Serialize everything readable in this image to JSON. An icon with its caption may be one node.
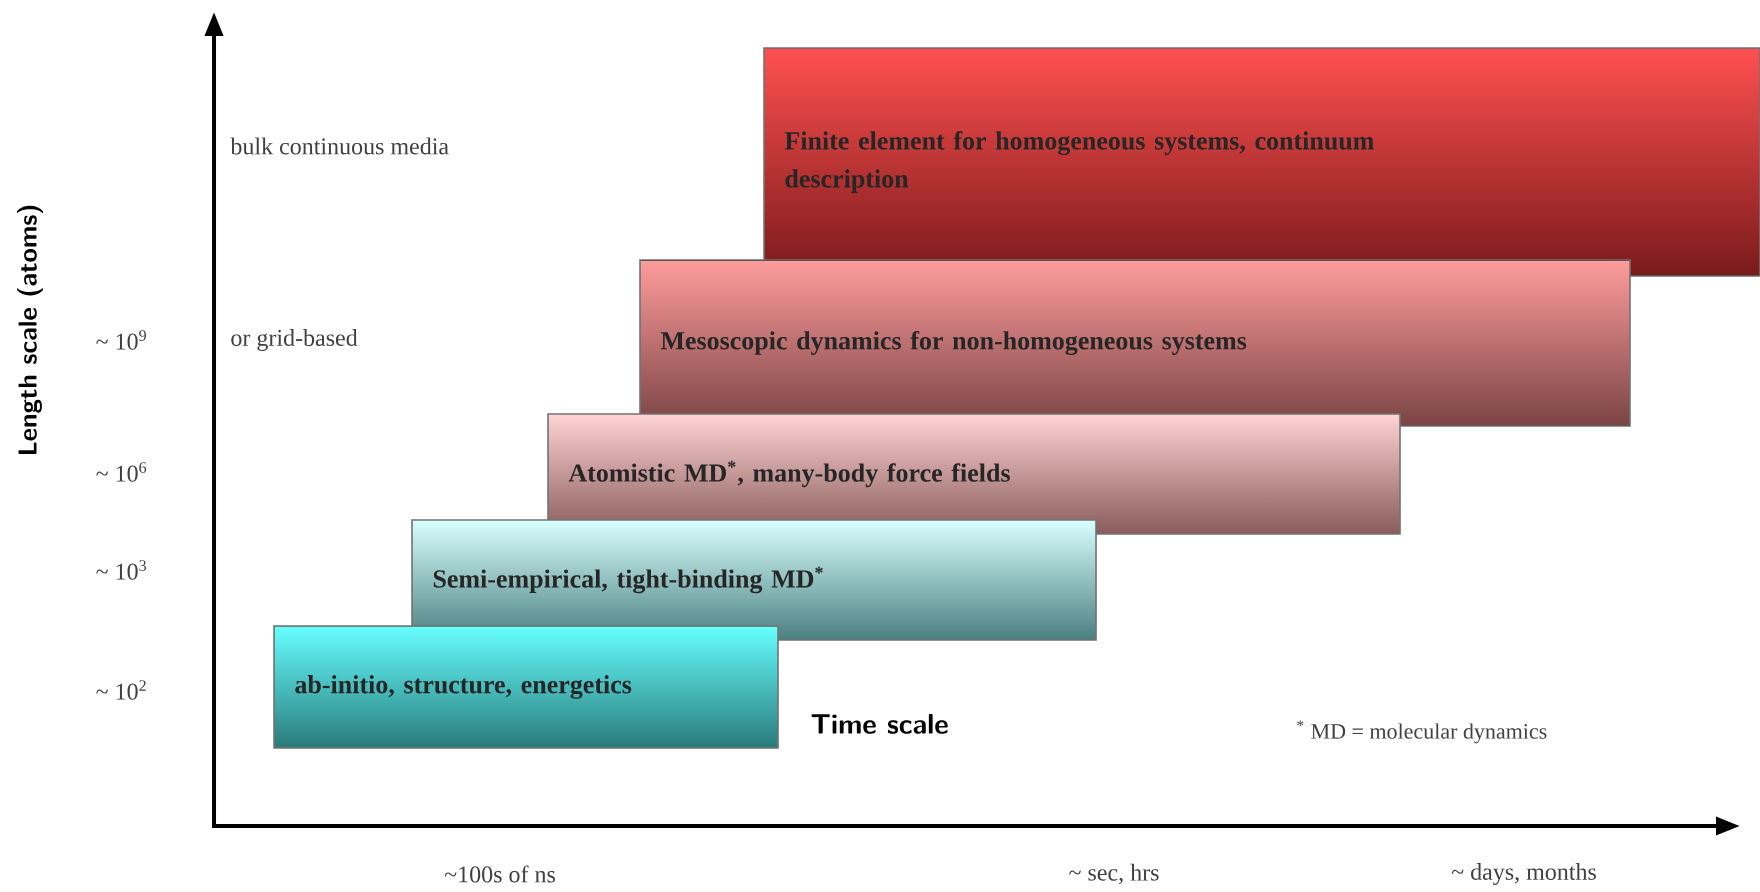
{
  "diagram": {
    "nodes": [
      {
        "text": [
          "Finite element for homogeneous systems, continuum description"
        ]
      },
      {
        "text": [
          "Mesoscopic dynamics for non-homogeneous systems"
        ]
      },
      {
        "text": [
          "Atomistic MD$^{*}$, many-body force fields"
        ]
      },
      {
        "text": [
          "Semi-empirical, tight-binding MD$^{*}$"
        ]
      },
      {
        "text": [
          "ab-initio, structure, energetics"
        ]
      }
    ],
    "labels": [
      "Length scale (atoms)",
      "bulk continuous media",
      "~ 10$^{9}$",
      "or grid-based",
      "~ 10$^{6}$",
      "~ 10$^{3}$",
      "~ 10$^{2}$",
      "Time scale",
      "$^{*}$ MD = molecular dynamics",
      "~100s of ns",
      "~ sec, hrs",
      "~ days, months"
    ]
  }
}
